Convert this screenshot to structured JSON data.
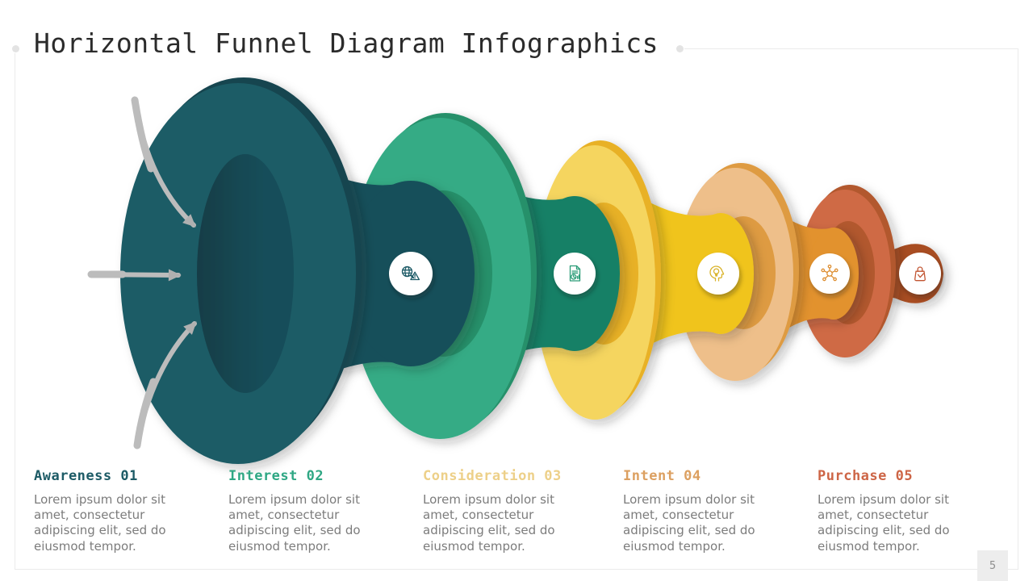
{
  "slide": {
    "title": "Horizontal Funnel Diagram Infographics",
    "page_number": "5"
  },
  "decorations": {
    "arrow_color": "#BCBCBC",
    "arrow_head_color": "#B0B0B0",
    "frame_color": "#EBEBEB",
    "page_box_color": "#EDEDED"
  },
  "stages": [
    {
      "name": "Awareness",
      "number": "01",
      "label": "Awareness 01",
      "description": "Lorem ipsum dolor sit amet, consectetur adipiscing elit, sed do eiusmod tempor.",
      "icon": "search-alert-icon",
      "colors": {
        "ring": "#1E5C66",
        "hole": "#13454F",
        "mouth": "#174E5A",
        "neck": "#164F5A",
        "icon": "#1D5A66",
        "title": "#1D5B66"
      }
    },
    {
      "name": "Interest",
      "number": "02",
      "label": "Interest 02",
      "description": "Lorem ipsum dolor sit amet, consectetur adipiscing elit, sed do eiusmod tempor.",
      "icon": "report-chart-icon",
      "colors": {
        "ring": "#35AB85",
        "hole": "#27906B",
        "neck": "#178066",
        "icon": "#2B9C77",
        "title": "#2FA784"
      }
    },
    {
      "name": "Consideration",
      "number": "03",
      "label": "Consideration 03",
      "description": "Lorem ipsum dolor sit amet, consectetur adipiscing elit, sed do eiusmod tempor.",
      "icon": "idea-head-icon",
      "colors": {
        "ring": "#F5D55F",
        "hole": "#E8B127",
        "neck": "#F0C41C",
        "icon": "#D9B32A",
        "title": "#EDD089"
      }
    },
    {
      "name": "Intent",
      "number": "04",
      "label": "Intent 04",
      "description": "Lorem ipsum dolor sit amet, consectetur adipiscing elit, sed do eiusmod tempor.",
      "icon": "network-nodes-icon",
      "colors": {
        "ring": "#EEBF8A",
        "hole": "#DE9B43",
        "neck": "#E2922D",
        "icon": "#DE8F33",
        "title": "#DCA061"
      }
    },
    {
      "name": "Purchase",
      "number": "05",
      "label": "Purchase 05",
      "description": "Lorem ipsum dolor sit amet, consectetur adipiscing elit, sed do eiusmod tempor.",
      "icon": "shopping-bag-check-icon",
      "colors": {
        "ring": "#CF6B45",
        "hole": "#B2582E",
        "neck": "#A84E22",
        "icon": "#C25532",
        "title": "#CD6546"
      }
    }
  ]
}
